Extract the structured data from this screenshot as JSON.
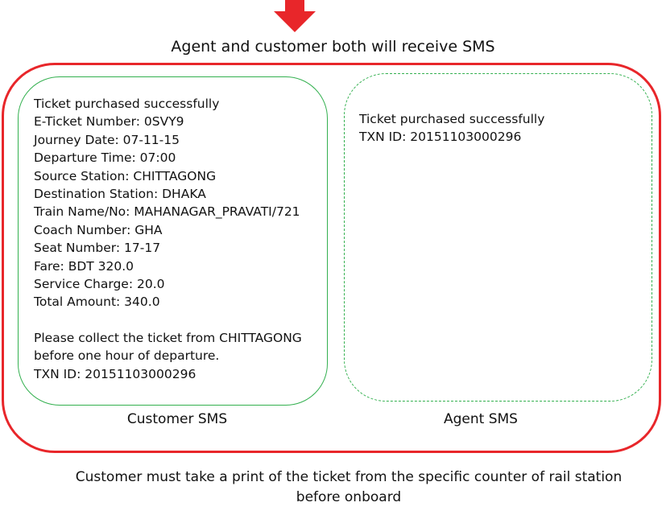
{
  "arrow_icon": "arrow-down-icon",
  "colors": {
    "arrow": "#e8262a",
    "outer_border": "#e8262a",
    "sms_border": "#33b04f"
  },
  "headline": "Agent and customer both will receive SMS",
  "customer_sms": {
    "label": "Customer SMS",
    "lines": [
      "Ticket purchased successfully",
      "E-Ticket Number: 0SVY9",
      "Journey Date: 07-11-15",
      "Departure Time: 07:00",
      "Source Station: CHITTAGONG",
      "Destination Station: DHAKA",
      "Train Name/No: MAHANAGAR_PRAVATI/721",
      "Coach Number: GHA",
      "Seat Number: 17-17",
      "Fare: BDT 320.0",
      "Service Charge: 20.0",
      "Total Amount: 340.0"
    ],
    "notice_lines": [
      "Please collect the ticket from CHITTAGONG",
      "before one hour of departure.",
      "TXN ID: 20151103000296"
    ]
  },
  "agent_sms": {
    "label": "Agent SMS",
    "lines": [
      "Ticket purchased successfully",
      "TXN ID: 20151103000296"
    ]
  },
  "footer_note": {
    "line1": "Customer must take a print of the ticket from the specific counter of rail station",
    "line2": "before onboard"
  }
}
